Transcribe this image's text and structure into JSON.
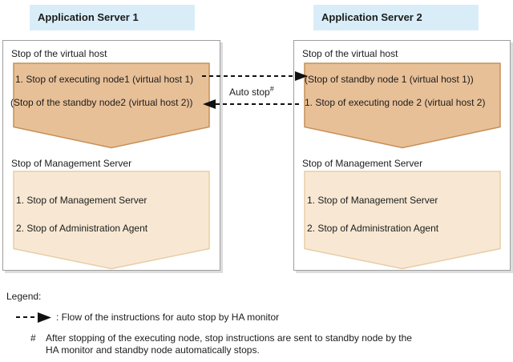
{
  "diagram": {
    "servers": [
      {
        "title": "Application Server 1",
        "virtual_host": {
          "label": "Stop of the virtual host",
          "steps": [
            "1. Stop of executing node1 (virtual host 1)",
            "(Stop of the standby node2 (virtual host 2))"
          ]
        },
        "management": {
          "label": "Stop of Management Server",
          "steps": [
            "1. Stop of Management Server",
            "2. Stop of Administration Agent"
          ]
        }
      },
      {
        "title": "Application Server 2",
        "virtual_host": {
          "label": "Stop of the virtual host",
          "steps": [
            "(Stop of standby node 1 (virtual host 1))",
            "1. Stop of executing node 2 (virtual host 2)"
          ]
        },
        "management": {
          "label": "Stop of Management Server",
          "steps": [
            "1. Stop of Management Server",
            "2. Stop of Administration Agent"
          ]
        }
      }
    ],
    "auto_stop": {
      "label": "Auto stop",
      "footnote_marker": "#"
    },
    "legend": {
      "title": "Legend:",
      "arrow_meaning": ": Flow of the instructions for auto stop by HA monitor",
      "footnote_marker": "#",
      "footnote_lines": [
        "After stopping of the executing node, stop instructions are sent to standby node by the",
        "HA monitor and standby node automatically stops."
      ]
    },
    "colors": {
      "header_bg": "#d9edf8",
      "chevron_dark_fill": "#e8c098",
      "chevron_dark_border": "#c68f57",
      "chevron_light_fill": "#f8e8d3",
      "chevron_light_border": "#e7cda7",
      "box_border": "#9f9f9f",
      "box_shadow": "#dcdcdc",
      "arrow_color": "#111111",
      "text_color": "#1c1c1c"
    }
  }
}
